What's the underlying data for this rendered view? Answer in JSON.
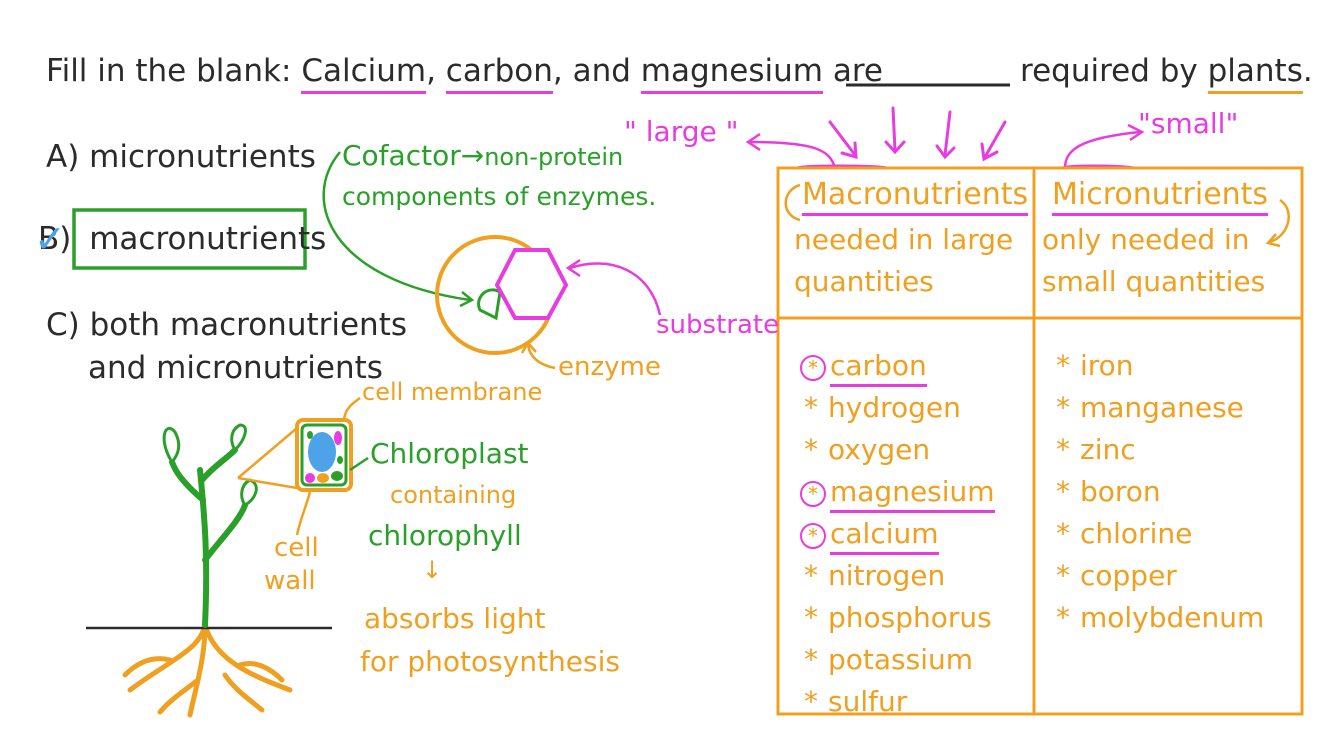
{
  "question": {
    "prefix": "Fill in the blank:",
    "w1": "Calcium",
    "sep1": ",",
    "w2": "carbon",
    "sep2": ", and",
    "w3": "magnesium",
    "mid": "are",
    "blank": "________",
    "after": "required by",
    "w4": "plants",
    "end": "."
  },
  "options": [
    {
      "letter": "A)",
      "text": "micronutrients"
    },
    {
      "letter": "B)",
      "text": "macronutrients"
    },
    {
      "letter": "C)",
      "text": "both macronutrients"
    },
    {
      "letter": "",
      "text": "and micronutrients"
    }
  ],
  "check_mark": "✓",
  "cofactor": {
    "term": "Cofactor",
    "arrow": "→",
    "line1_rest": "non-protein",
    "line2": "components of enzymes."
  },
  "enzyme_labels": {
    "substrate": "substrate",
    "enzyme": "enzyme"
  },
  "plant_labels": {
    "cell_membrane": "cell membrane",
    "chloroplast": "Chloroplast",
    "containing": "containing",
    "chlorophyll": "chlorophyll",
    "down_arrow": "↓",
    "absorbs1": "absorbs light",
    "absorbs2": "for photosynthesis",
    "cell": "cell",
    "wall": "wall"
  },
  "annotations": {
    "large": "\" large \"",
    "small": "\"small\""
  },
  "table": {
    "macro": {
      "heading": "Macronutrients",
      "desc1": "needed in large",
      "desc2": "quantities",
      "items": [
        "carbon",
        "hydrogen",
        "oxygen",
        "magnesium",
        "calcium",
        "nitrogen",
        "phosphorus",
        "potassium",
        "sulfur"
      ],
      "highlighted": [
        "carbon",
        "magnesium",
        "calcium"
      ]
    },
    "micro": {
      "heading": "Micronutrients",
      "desc1": "only needed in",
      "desc2": "small quantities",
      "items": [
        "iron",
        "manganese",
        "zinc",
        "boron",
        "chlorine",
        "copper",
        "molybdenum"
      ]
    },
    "bullet": "*"
  },
  "colors": {
    "ink": "#2b2b2b",
    "orange": "#f0a020",
    "green": "#2aa02a",
    "magenta": "#e63ce0",
    "blue": "#4da3e8"
  }
}
